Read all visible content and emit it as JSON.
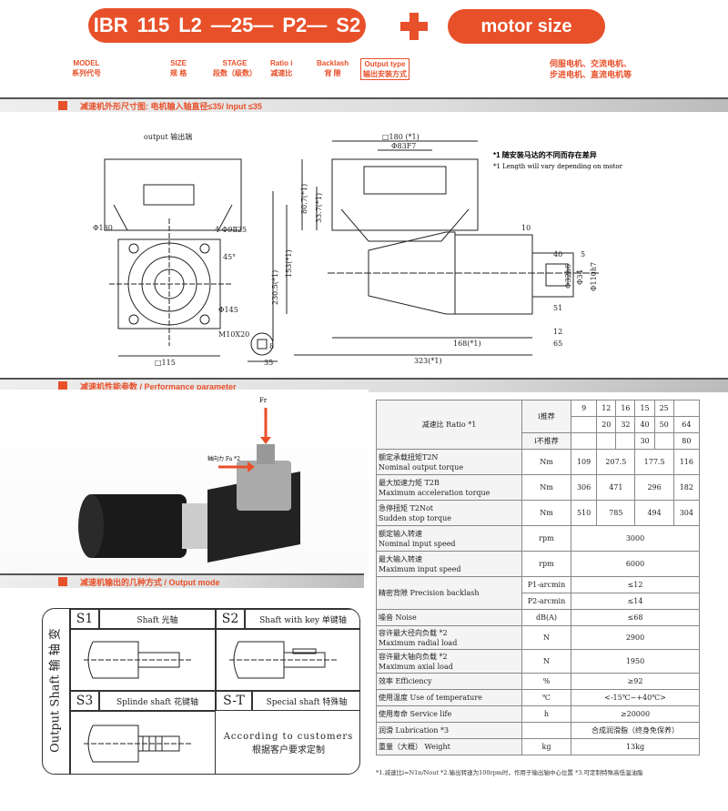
{
  "header": {
    "model_parts": [
      "IBR",
      "115",
      "L2",
      "—25—",
      "P2—",
      "S2"
    ],
    "motor_size": "motor size",
    "labels": {
      "model": [
        "MODEL",
        "系列代号"
      ],
      "size": [
        "SIZE",
        "规 格"
      ],
      "stage": [
        "STAGE",
        "段数（级数）"
      ],
      "ratio": [
        "Ratio i",
        "减速比"
      ],
      "backlash": [
        "Backlash",
        "背 隙"
      ],
      "output": [
        "Output type",
        "输出安装方式"
      ]
    },
    "motor_types": [
      "伺服电机、交流电机、",
      "步进电机、直流电机等"
    ]
  },
  "sections": {
    "dims": "减速机外形尺寸图: 电机输入轴直径≤35/ Input ≤35",
    "perf": "减速机性能参数 / Performance parameter",
    "output": "减速机输出的几种方式 / Output mode"
  },
  "drawing": {
    "output_label": "output 输出端",
    "note1": "*1  随安装马达的不同而存在差异",
    "note2": "*1 Length will vary depending on motor",
    "dims": {
      "sq180": "□180 (*1)",
      "d83": "Φ83F7",
      "h80": "80.7(*1)",
      "h153": "153(*1)",
      "h33": "33.7(*1)",
      "h230": "230.5(*1)",
      "d130": "Φ130",
      "holes": "4-Φ9Ⅱ25",
      "a45": "45°",
      "d145": "Φ145",
      "sq115": "□115",
      "d10": "10",
      "d40": "40",
      "d5": "5",
      "d34": "Φ34",
      "d110": "Φ110h7",
      "d51": "51",
      "key": "Φ32h6",
      "d12": "12",
      "d168": "168(*1)",
      "d65": "65",
      "d323": "323(*1)",
      "m": "M10X20",
      "d35": "35",
      "d8": "8"
    }
  },
  "photo": {
    "radial": "Fr",
    "axial": "轴向力 Fa *2"
  },
  "output_modes": {
    "side": "Output Shaft 输 轴 变",
    "items": [
      {
        "code": "S1",
        "name": "Shaft 光轴"
      },
      {
        "code": "S2",
        "name": "Shaft with key 单键轴"
      },
      {
        "code": "S3",
        "name": "Splinde shaft 花键轴"
      },
      {
        "code": "S-T",
        "name": "Special shaft 特殊轴"
      }
    ],
    "custom_en": "According to customers",
    "custom_cn": "根据客户要求定制"
  },
  "perf": {
    "ratio_label": "减速比 Ratio *1",
    "i_rec": "i推荐",
    "i_nrec": "i不推荐",
    "ratios_row1": [
      "9",
      "12",
      "16",
      "15",
      "25",
      ""
    ],
    "ratios_row2": [
      "",
      "20",
      "32",
      "40",
      "50",
      "64"
    ],
    "ratios_row3": [
      "",
      "",
      "",
      "30",
      "",
      "80"
    ],
    "rows": [
      {
        "cn": "额定承载扭矩T2N",
        "en": "Nominal output torque",
        "unit": "Nm",
        "vals": [
          "109",
          "207.5",
          "177.5",
          "116"
        ]
      },
      {
        "cn": "最大加速力矩 T2B",
        "en": "Maximum acceleration torque",
        "unit": "Nm",
        "vals": [
          "306",
          "471",
          "296",
          "182"
        ]
      },
      {
        "cn": "急停扭矩 T2Not",
        "en": "Sudden stop torque",
        "unit": "Nm",
        "vals": [
          "510",
          "785",
          "494",
          "304"
        ]
      },
      {
        "cn": "额定输入转速",
        "en": "Nominal input speed",
        "unit": "rpm",
        "span": "3000"
      },
      {
        "cn": "最大输入转速",
        "en": "Maximum input speed",
        "unit": "rpm",
        "span": "6000"
      }
    ],
    "backlash": {
      "label": "精密背隙 Precision backlash",
      "p1": "P1-arcmin",
      "p1v": "≤12",
      "p2": "P2-arcmin",
      "p2v": "≤14"
    },
    "rows2": [
      {
        "cn": "噪音 Noise",
        "en": "",
        "unit": "dB(A)",
        "span": "≤68"
      },
      {
        "cn": "容许最大径向负载 *2",
        "en": "Maximum radial load",
        "unit": "N",
        "span": "2900"
      },
      {
        "cn": "容许最大轴向负载 *2",
        "en": "Maximum axial load",
        "unit": "N",
        "span": "1950"
      },
      {
        "cn": "效率 Efficiency",
        "en": "",
        "unit": "%",
        "span": "≥92"
      },
      {
        "cn": "使用温度 Use of temperature",
        "en": "",
        "unit": "℃",
        "span": "<-15℃~+40℃>"
      },
      {
        "cn": "使用寿命 Service life",
        "en": "",
        "unit": "h",
        "span": "≥20000"
      },
      {
        "cn": "润滑 Lubrication   *3",
        "en": "",
        "unit": "",
        "span": "合成润滑脂（终身免保养）"
      },
      {
        "cn": "重量（大概） Weight",
        "en": "",
        "unit": "kg",
        "span": "13kg"
      }
    ],
    "footnote": "*1.减速比i=N1n/Nout  *2.输出转速为100rpm时，作用于输出轴中心位置   *3.可定制特殊高低温油脂"
  }
}
